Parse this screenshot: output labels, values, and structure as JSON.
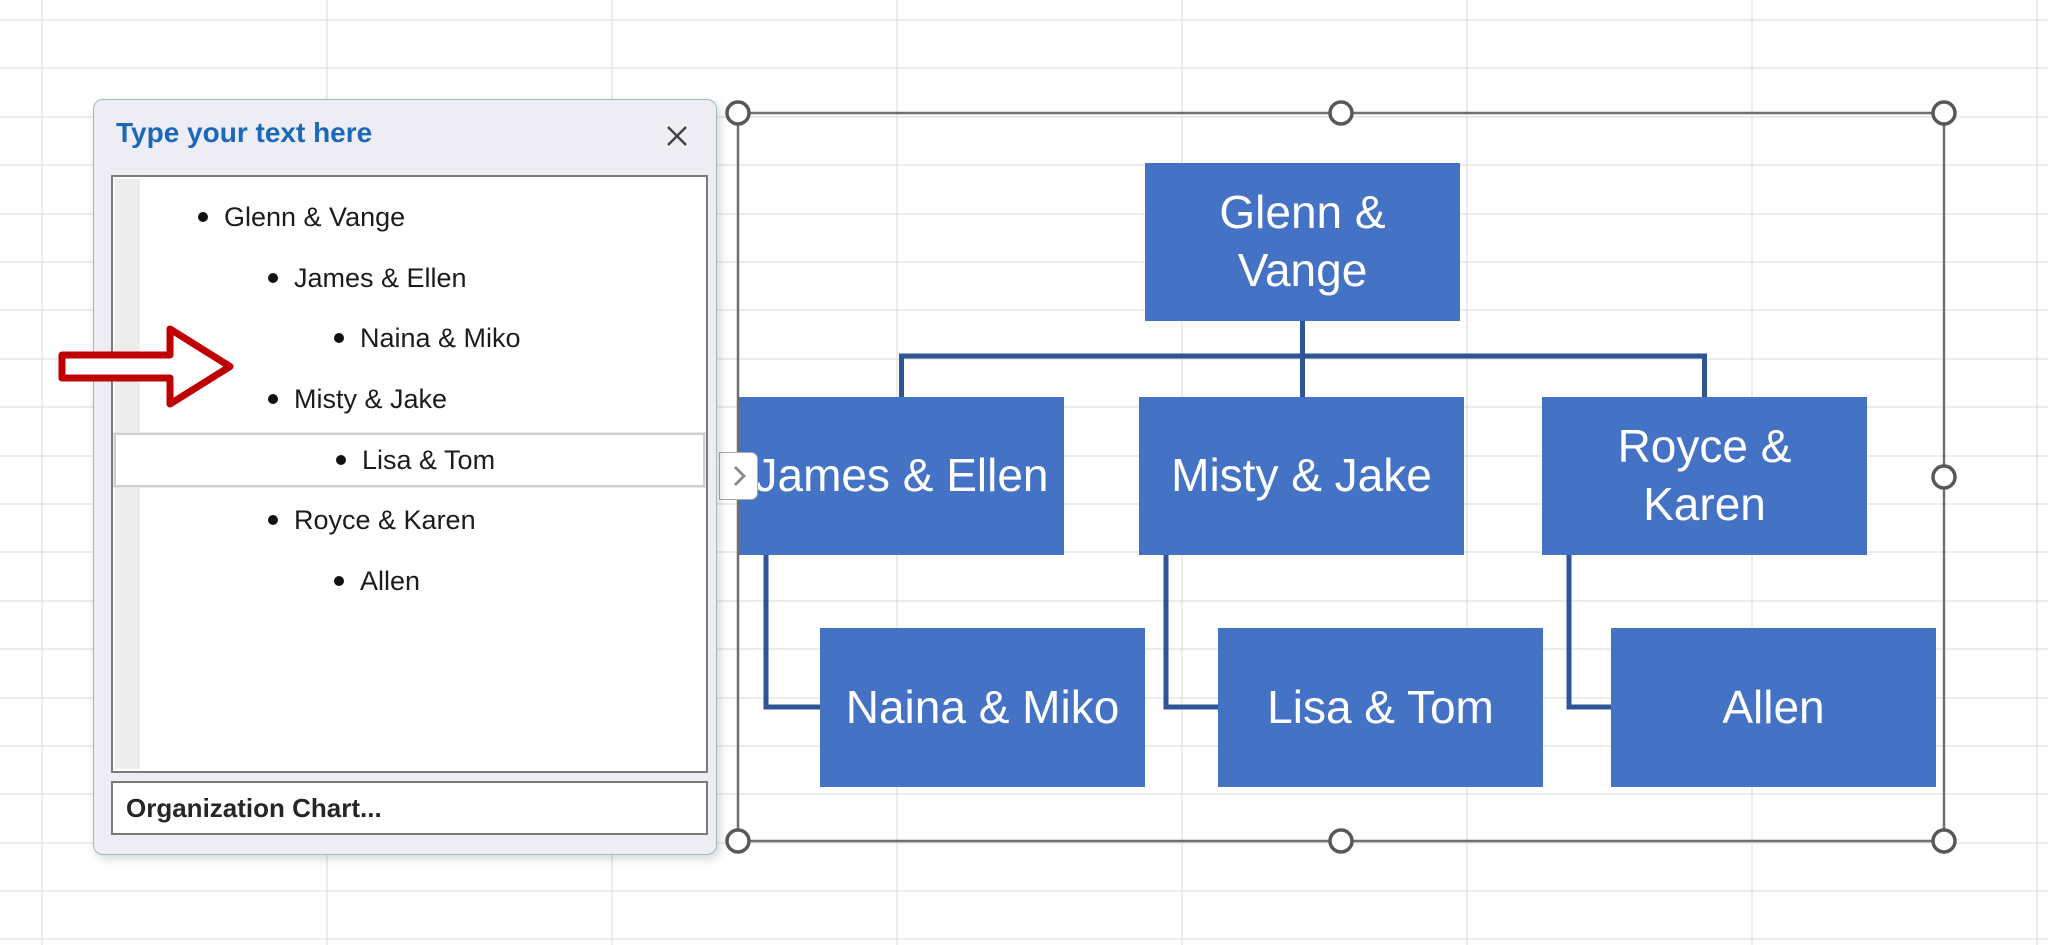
{
  "colors": {
    "node_blue": "#4472C4",
    "connector_navy": "#2F5597",
    "selection_frame_gray": "#6F6F6F",
    "gridline_gray": "#D8D8D8",
    "pane_background": "#EDEDF3",
    "pane_border_teal": "#9DBDBD",
    "pane_title_blue": "#1B67BC",
    "annotation_arrow_red": "#C00000"
  },
  "text_pane": {
    "title": "Type your text here",
    "footer": "Organization Chart...",
    "items": [
      {
        "label": "Glenn & Vange",
        "level": 1,
        "selected": false
      },
      {
        "label": "James & Ellen",
        "level": 2,
        "selected": false
      },
      {
        "label": "Naina & Miko",
        "level": 3,
        "selected": false
      },
      {
        "label": "Misty & Jake",
        "level": 2,
        "selected": false
      },
      {
        "label": "Lisa & Tom",
        "level": 3,
        "selected": true
      },
      {
        "label": "Royce & Karen",
        "level": 2,
        "selected": false
      },
      {
        "label": "Allen",
        "level": 3,
        "selected": false
      }
    ]
  },
  "org_chart": {
    "nodes": [
      {
        "id": "glenn-vange",
        "label": "Glenn & Vange",
        "parent": null
      },
      {
        "id": "james-ellen",
        "label": "James & Ellen",
        "parent": "glenn-vange"
      },
      {
        "id": "misty-jake",
        "label": "Misty & Jake",
        "parent": "glenn-vange"
      },
      {
        "id": "royce-karen",
        "label": "Royce & Karen",
        "parent": "glenn-vange"
      },
      {
        "id": "naina-miko",
        "label": "Naina & Miko",
        "parent": "james-ellen"
      },
      {
        "id": "lisa-tom",
        "label": "Lisa & Tom",
        "parent": "misty-jake"
      },
      {
        "id": "allen",
        "label": "Allen",
        "parent": "royce-karen"
      }
    ]
  }
}
